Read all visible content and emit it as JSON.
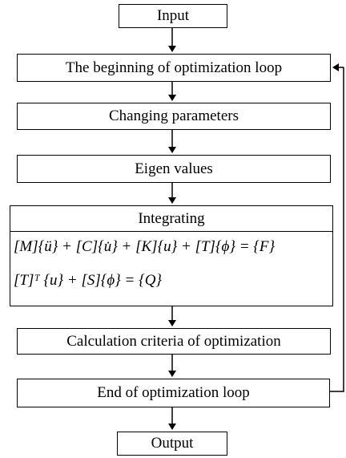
{
  "flowchart": {
    "input": "Input",
    "loop_begin": "The beginning of optimization loop",
    "changing_parameters": "Changing parameters",
    "eigen_values": "Eigen values",
    "integrating": {
      "title": "Integrating",
      "equation_1": "[M]{ü} + [C]{u̇} + [K]{u} + [T]{ϕ} = {F}",
      "equation_2": "[T]ᵀ {u} + [S]{ϕ} = {Q}"
    },
    "criteria": "Calculation criteria of optimization",
    "loop_end": "End of optimization loop",
    "output": "Output"
  }
}
